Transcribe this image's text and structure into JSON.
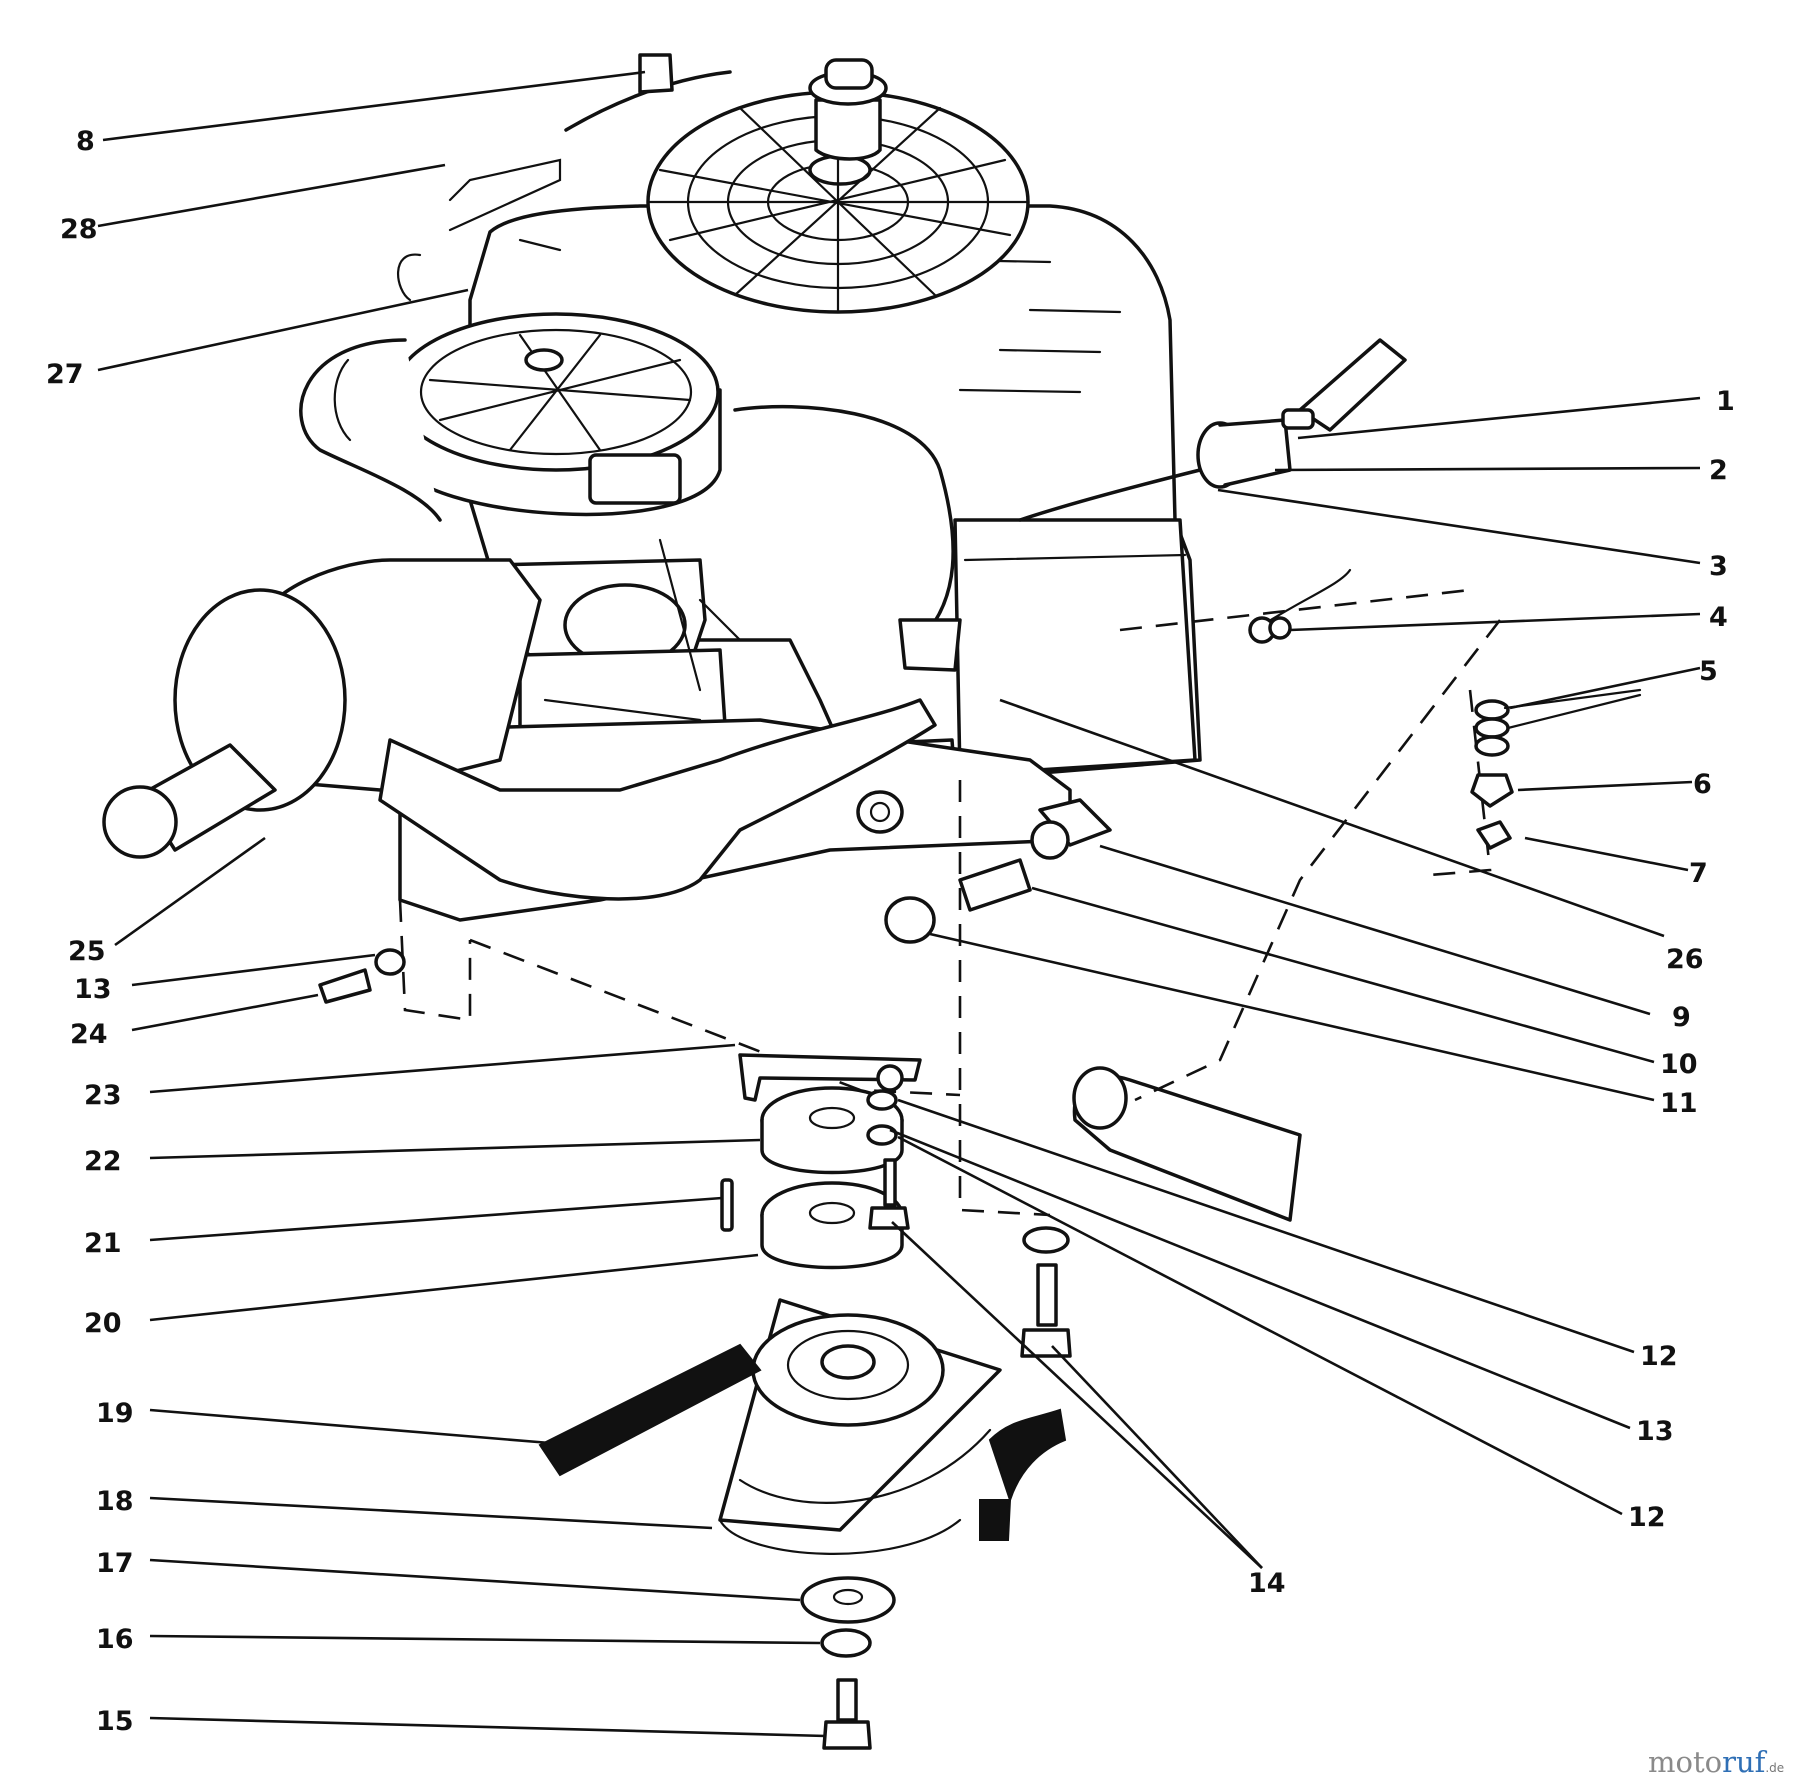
{
  "diagram": {
    "callouts": [
      {
        "id": "1",
        "label": "1"
      },
      {
        "id": "2",
        "label": "2"
      },
      {
        "id": "3",
        "label": "3"
      },
      {
        "id": "4",
        "label": "4"
      },
      {
        "id": "5",
        "label": "5"
      },
      {
        "id": "6",
        "label": "6"
      },
      {
        "id": "7",
        "label": "7"
      },
      {
        "id": "8",
        "label": "8"
      },
      {
        "id": "9",
        "label": "9"
      },
      {
        "id": "10",
        "label": "10"
      },
      {
        "id": "11",
        "label": "11"
      },
      {
        "id": "12a",
        "label": "12"
      },
      {
        "id": "12b",
        "label": "12"
      },
      {
        "id": "13a",
        "label": "13"
      },
      {
        "id": "13b",
        "label": "13"
      },
      {
        "id": "14",
        "label": "14"
      },
      {
        "id": "15",
        "label": "15"
      },
      {
        "id": "16",
        "label": "16"
      },
      {
        "id": "17",
        "label": "17"
      },
      {
        "id": "18",
        "label": "18"
      },
      {
        "id": "19",
        "label": "19"
      },
      {
        "id": "20",
        "label": "20"
      },
      {
        "id": "21",
        "label": "21"
      },
      {
        "id": "22",
        "label": "22"
      },
      {
        "id": "23",
        "label": "23"
      },
      {
        "id": "24",
        "label": "24"
      },
      {
        "id": "25",
        "label": "25"
      },
      {
        "id": "26",
        "label": "26"
      },
      {
        "id": "27",
        "label": "27"
      },
      {
        "id": "28",
        "label": "28"
      }
    ]
  },
  "watermark": {
    "part1": "moto",
    "part2": "ruf",
    "suffix": ".de"
  }
}
